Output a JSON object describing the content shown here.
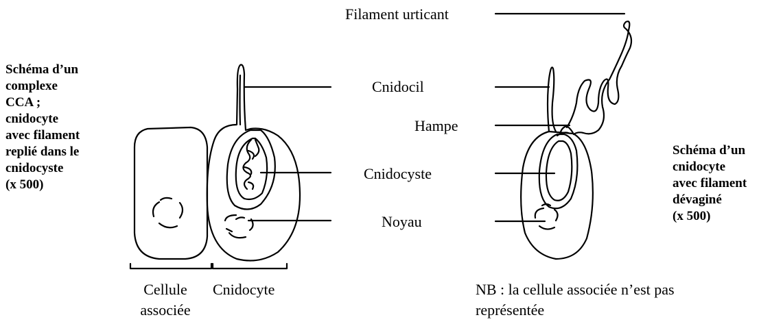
{
  "captions": {
    "left": "Schéma d’un\ncomplexe\nCCA ;\ncnidocyte\navec filament\nreplié dans le\ncnidocyste\n(x 500)",
    "right": "Schéma d’un\ncnidocyte\navec filament\ndévaginé\n(x 500)"
  },
  "labels": {
    "filament": "Filament urticant",
    "cnidocil": "Cnidocil",
    "hampe": "Hampe",
    "cnidocyste": "Cnidocyste",
    "noyau": "Noyau"
  },
  "bottom": {
    "cellule_line1": "Cellule",
    "cellule_line2": "associée",
    "cnidocyte": "Cnidocyte",
    "nb_line1": "NB : la cellule associée n’est pas",
    "nb_line2": "représentée"
  }
}
